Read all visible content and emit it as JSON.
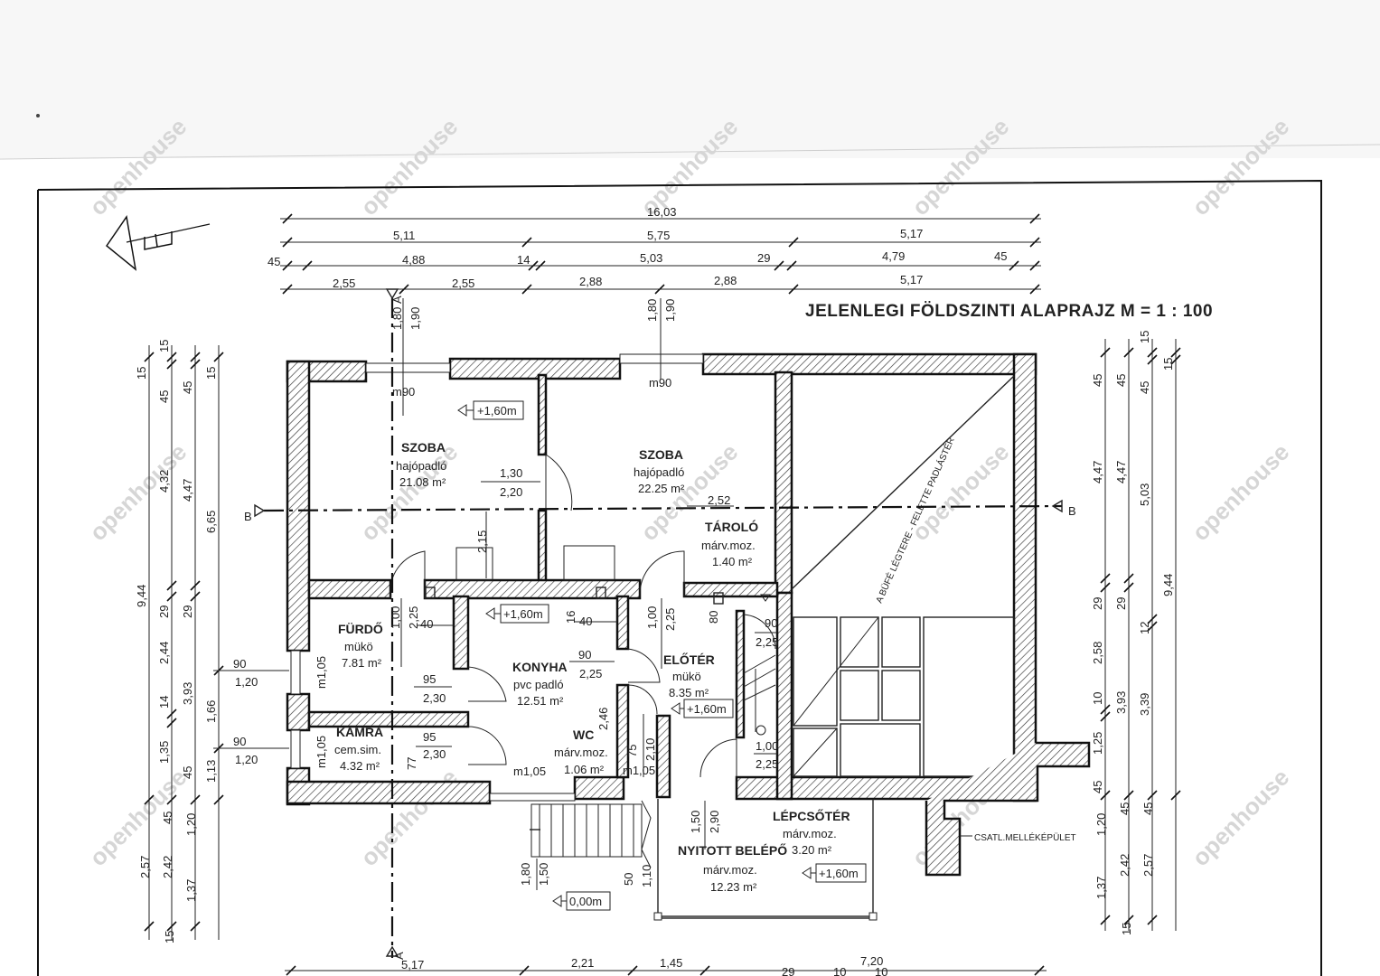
{
  "drawing": {
    "title": "JELENLEGI FÖLDSZINTI ALAPRAJZ  M = 1 : 100",
    "section_a": "A",
    "section_b": "B",
    "annex_label": "CSATL.MELLÉKÉPÜLET",
    "attic_note": "A BÜFÉ LÉGTERE - FELETTE PADLÁSTÉR",
    "watermark": "openhouse"
  },
  "rooms": {
    "szoba1": {
      "name": "SZOBA",
      "floor": "hajópadló",
      "area": "21.08 m²"
    },
    "szoba2": {
      "name": "SZOBA",
      "floor": "hajópadló",
      "area": "22.25 m²"
    },
    "taroló": {
      "name": "TÁROLÓ",
      "floor": "márv.moz.",
      "area": "1.40 m²"
    },
    "furdo": {
      "name": "FÜRDŐ",
      "floor": "mükö",
      "area": "7.81 m²"
    },
    "konyha": {
      "name": "KONYHA",
      "floor": "pvc padló",
      "area": "12.51 m²"
    },
    "eloter": {
      "name": "ELŐTÉR",
      "floor": "mükö",
      "area": "8.35 m²"
    },
    "kamra": {
      "name": "KAMRA",
      "floor": "cem.sim.",
      "area": "4.32 m²"
    },
    "wc": {
      "name": "WC",
      "floor": "márv.moz.",
      "area": "1.06 m²"
    },
    "lepcsoter": {
      "name": "LÉPCSŐTÉR",
      "floor": "márv.moz.",
      "area": "3.20 m²"
    },
    "belepo": {
      "name": "NYITOTT BELÉPŐ",
      "floor": "márv.moz.",
      "area": "12.23 m²"
    }
  },
  "levels": {
    "l1": "+1,60m",
    "l2": "+1,60m",
    "l3": "+1,60m",
    "l4": "+1,60m",
    "l5": "0,00m"
  },
  "dims_top": {
    "total": "16,03",
    "r2": [
      "5,11",
      "5,75",
      "5,17"
    ],
    "r3": [
      "45",
      "4,88",
      "14",
      "5,03",
      "29",
      "4,79",
      "45"
    ],
    "r4": [
      "2,55",
      "2,55",
      "2,88",
      "2,88",
      "5,17"
    ]
  },
  "dims_bottom": [
    "5,17",
    "2,21",
    "1,45",
    "7,20",
    "29",
    "10",
    "10"
  ],
  "dims_left": {
    "c1": [
      "15",
      "45",
      "15",
      "45",
      "15"
    ],
    "c2": [
      "4,32",
      "4,47",
      "6,65",
      "9,44"
    ],
    "c3": [
      "29",
      "29",
      "2,44",
      "3,93",
      "14",
      "1,66",
      "1,35",
      "45",
      "1,13"
    ],
    "c4": [
      "45",
      "1,20",
      "2,57",
      "2,42",
      "1,37",
      "15"
    ]
  },
  "dims_right": {
    "c1": [
      "15",
      "45",
      "45",
      "45",
      "15"
    ],
    "c2": [
      "4,47",
      "4,47",
      "5,03",
      "9,44"
    ],
    "c3": [
      "29",
      "29",
      "12",
      "2,58",
      "3,93",
      "3,39",
      "10",
      "1,25"
    ],
    "c4": [
      "45",
      "1,20",
      "45",
      "45",
      "1,37",
      "2,42",
      "2,57",
      "15"
    ]
  },
  "dims_inner": {
    "d1": "1,80",
    "d2": "1,90",
    "d3": "1,80",
    "d4": "1,90",
    "m90a": "m90",
    "m90b": "m90",
    "d5": "1,30",
    "d6": "2,20",
    "d7": "2,52",
    "d8": "2,15",
    "d9": "1,00",
    "d10": "2,25",
    "d11": "40",
    "d12": "16",
    "d13": "40",
    "d14": "1,00",
    "d15": "2,25",
    "d16": "80",
    "d17": "90",
    "d18": "2,25",
    "d19": "90",
    "d20": "1,20",
    "d21": "m1,05",
    "d22": "95",
    "d23": "2,30",
    "d24": "90",
    "d25": "2,25",
    "d26": "2,46",
    "d27": "90",
    "d28": "1,20",
    "d29": "m1,05",
    "d30": "95",
    "d31": "2,30",
    "d32": "77",
    "d33": "75",
    "d34": "2,10",
    "d35": "m1,05",
    "d36": "m1,05",
    "d37": "1,00",
    "d38": "2,25",
    "d39": "1,50",
    "d40": "2,90",
    "d41": "1,80",
    "d42": "1,50",
    "d43": "50",
    "d44": "1,10"
  }
}
